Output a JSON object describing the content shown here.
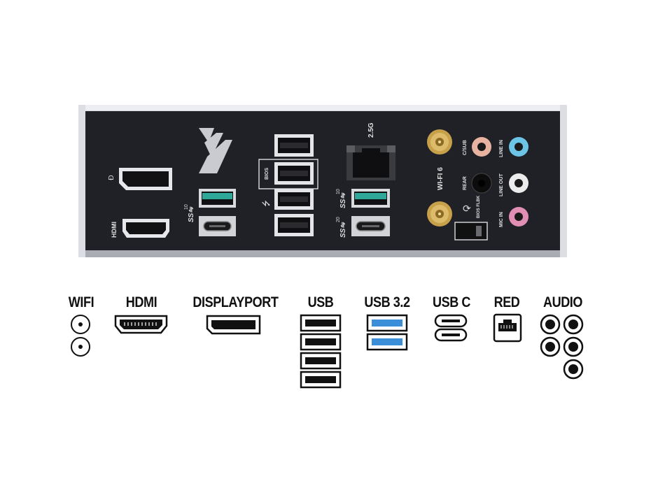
{
  "panel": {
    "labels": {
      "g25": "2.5G",
      "wifi6": "WI-FI 6",
      "hdmi": "HDMI",
      "bios": "BIOS",
      "csub": "C/SUB",
      "rear": "REAR",
      "line_in": "LINE IN",
      "line_out": "LINE OUT",
      "mic_in": "MIC IN",
      "bios_flbk": "BIOS FLBK",
      "ss10_a": "10",
      "ss10_b": "10",
      "ss20": "20",
      "ss": "SS"
    },
    "colors": {
      "plate": "#1f2024",
      "frame": "#b9bbc2",
      "usb32": "#2ea89a",
      "audio_csub": "#e9b3a2",
      "audio_line_in": "#6cc4e6",
      "audio_line_out": "#e8e8e8",
      "audio_mic": "#e28fb5",
      "audio_rear": "#111111",
      "antenna": "#c7a04a"
    }
  },
  "legend": {
    "wifi": "WIFI",
    "hdmi": "HDMI",
    "displayport": "DISPLAYPORT",
    "usb": "USB",
    "usb32": "USB 3.2",
    "usbc": "USB C",
    "red": "RED",
    "audio": "AUDIO",
    "usb32_color": "#3a8fd8"
  }
}
